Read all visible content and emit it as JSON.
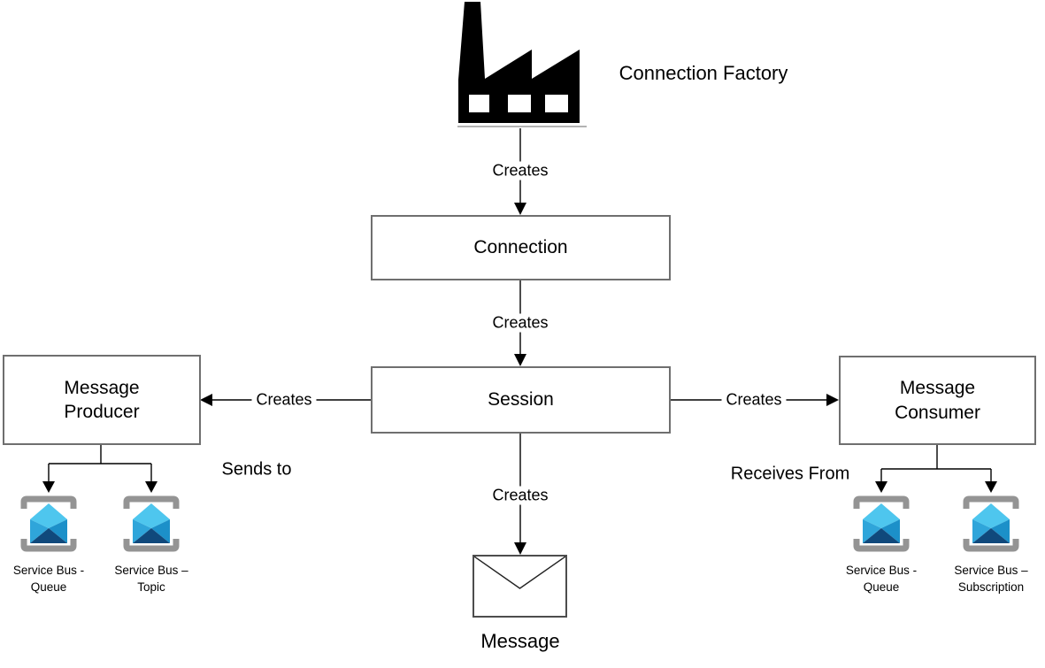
{
  "nodes": {
    "connection_factory": {
      "label": "Connection Factory"
    },
    "connection": {
      "label": "Connection"
    },
    "session": {
      "label": "Session"
    },
    "message_producer": {
      "label": "Message\nProducer"
    },
    "message_consumer": {
      "label": "Message\nConsumer"
    },
    "message": {
      "label": "Message"
    }
  },
  "edge_labels": {
    "factory_creates": "Creates",
    "connection_creates": "Creates",
    "session_creates_producer": "Creates",
    "session_creates_consumer": "Creates",
    "session_creates_message": "Creates",
    "sends_to": "Sends to",
    "receives_from": "Receives From"
  },
  "service_bus": {
    "producer_queue": {
      "caption": "Service Bus -\nQueue"
    },
    "producer_topic": {
      "caption": "Service Bus –\nTopic"
    },
    "consumer_queue": {
      "caption": "Service Bus -\nQueue"
    },
    "consumer_subscription": {
      "caption": "Service Bus –\nSubscription"
    }
  },
  "icons": {
    "factory": "factory-icon",
    "message": "envelope-icon",
    "service_bus": "service-bus-envelope-icon"
  },
  "colors": {
    "line": "#000000",
    "box_border": "#6f6f6f",
    "bracket_gray": "#949494",
    "service_bus_light": "#4EC6EE",
    "service_bus_mid_left": "#2FA5DA",
    "service_bus_mid_right": "#1C90C9",
    "service_bus_dark": "#10497C",
    "factory_black": "#000000"
  }
}
